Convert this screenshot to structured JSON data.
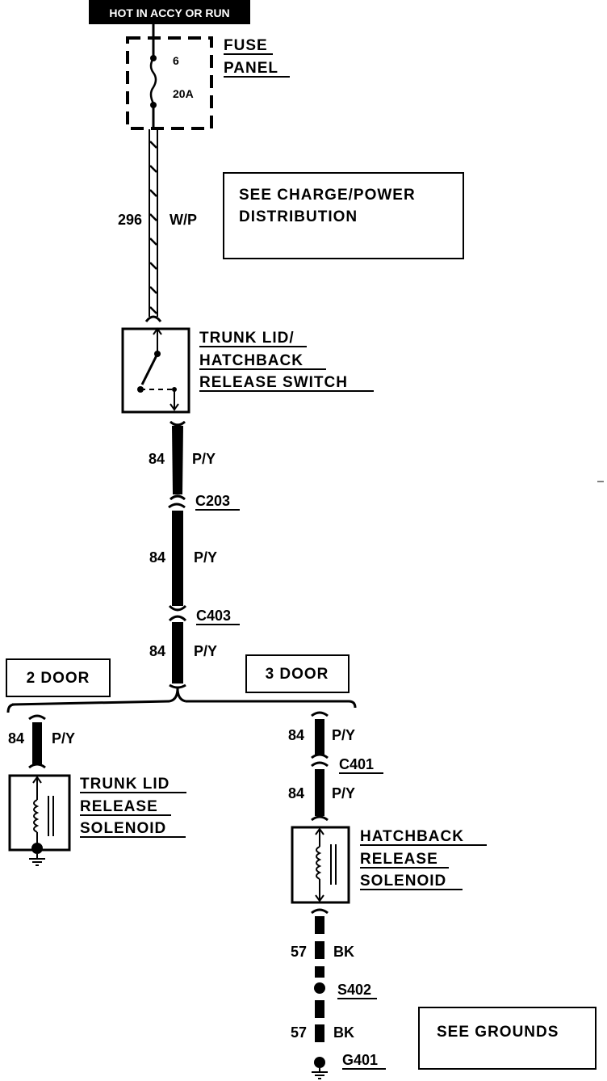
{
  "header": {
    "power_label": "HOT IN ACCY OR RUN"
  },
  "fuse": {
    "number": "6",
    "rating": "20A",
    "label_line1": "FUSE",
    "label_line2": "PANEL"
  },
  "wire_296": {
    "circuit": "296",
    "color": "W/P"
  },
  "note_charge": {
    "line1": "SEE CHARGE/POWER",
    "line2": "DISTRIBUTION"
  },
  "switch": {
    "line1": "TRUNK LID/",
    "line2": "HATCHBACK",
    "line3": "RELEASE SWITCH"
  },
  "wire_84_a": {
    "circuit": "84",
    "color": "P/Y"
  },
  "c203": "C203",
  "wire_84_b": {
    "circuit": "84",
    "color": "P/Y"
  },
  "c403": "C403",
  "wire_84_c": {
    "circuit": "84",
    "color": "P/Y"
  },
  "two_door": "2 DOOR",
  "three_door": "3 DOOR",
  "wire_84_left": {
    "circuit": "84",
    "color": "P/Y"
  },
  "trunk_solenoid": {
    "line1": "TRUNK LID",
    "line2": "RELEASE",
    "line3": "SOLENOID"
  },
  "wire_84_right_a": {
    "circuit": "84",
    "color": "P/Y"
  },
  "c401": "C401",
  "wire_84_right_b": {
    "circuit": "84",
    "color": "P/Y"
  },
  "hatch_solenoid": {
    "line1": "HATCHBACK",
    "line2": "RELEASE",
    "line3": "SOLENOID"
  },
  "wire_57_a": {
    "circuit": "57",
    "color": "BK"
  },
  "s402": "S402",
  "wire_57_b": {
    "circuit": "57",
    "color": "BK"
  },
  "g401": "G401",
  "note_grounds": "SEE GROUNDS"
}
